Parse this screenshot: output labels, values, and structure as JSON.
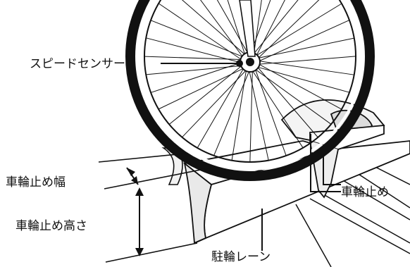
{
  "labels": {
    "speed_sensor": "スピードセンサー",
    "stopper_width": "車輪止め幅",
    "stopper_height": "車輪止め高さ",
    "wheel_stopper": "車輪止め",
    "parking_lane": "駐輪レーン"
  },
  "colors": {
    "line": "#111111",
    "background": "#ffffff"
  }
}
